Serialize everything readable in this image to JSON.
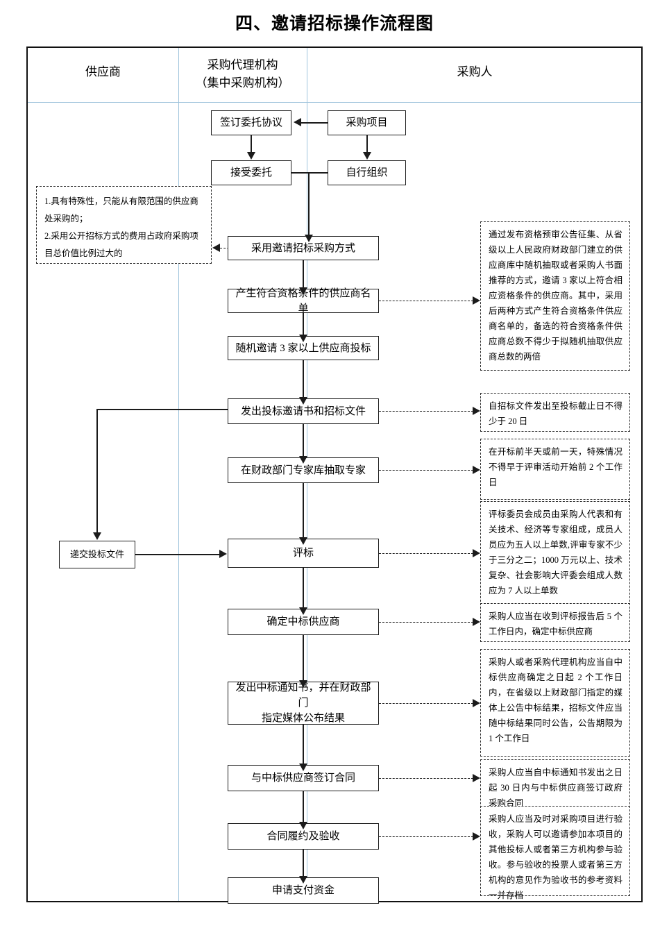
{
  "title": "四、邀请招标操作流程图",
  "lanes": [
    {
      "label": "供应商"
    },
    {
      "label_line1": "采购代理机构",
      "label_line2": "（集中采购机构）"
    },
    {
      "label": "采购人"
    }
  ],
  "nodes": {
    "sign_entrust": "签订委托协议",
    "procurement_project": "采购项目",
    "accept_entrust": "接受委托",
    "self_organize": "自行组织",
    "adopt_invited_bidding": "采用邀请招标采购方式",
    "generate_supplier_list": "产生符合资格条件的供应商名单",
    "invite_three_suppliers": "随机邀请 3 家以上供应商投标",
    "issue_invitation_docs": "发出投标邀请书和招标文件",
    "draw_experts": "在财政部门专家库抽取专家",
    "submit_bid_docs": "递交投标文件",
    "bid_evaluation": "评标",
    "determine_winner": "确定中标供应商",
    "issue_award_notice_l1": "发出中标通知书，并在财政部门",
    "issue_award_notice_l2": "指定媒体公布结果",
    "sign_contract": "与中标供应商签订合同",
    "contract_performance": "合同履约及验收",
    "apply_payment": "申请支付资金"
  },
  "notes": {
    "conditions_l1": "1.具有特殊性，只能从有限范围的供应商",
    "conditions_l2": "处采购的；",
    "conditions_l3": "2.采用公开招标方式的费用占政府采购项",
    "conditions_l4": "目总价值比例过大的",
    "supplier_list_rule": "通过发布资格预审公告征集、从省级以上人民政府财政部门建立的供应商库中随机抽取或者采购人书面推荐的方式，邀请 3 家以上符合相应资格条件的供应商。其中，采用后两种方式产生符合资格条件供应商名单的，备选的符合资格条件供应商总数不得少于拟随机抽取供应商总数的两倍",
    "bid_deadline_rule": "自招标文件发出至投标截止日不得少于 20 日",
    "expert_draw_rule": "在开标前半天或前一天，特殊情况不得早于评审活动开始前 2 个工作日",
    "evaluation_committee_rule": "评标委员会成员由采购人代表和有关技术、经济等专家组成，成员人员应为五人以上单数,评审专家不少于三分之二；1000 万元以上、技术复杂、社会影响大评委会组成人数应为 7 人以上单数",
    "determine_winner_rule": "采购人应当在收到评标报告后 5 个工作日内，确定中标供应商",
    "announce_result_rule": "采购人或者采购代理机构应当自中标供应商确定之日起 2 个工作日内，在省级以上财政部门指定的媒体上公告中标结果，招标文件应当随中标结果同时公告，公告期限为 1 个工作日",
    "sign_contract_rule": "采购人应当自中标通知书发出之日起 30 日内与中标供应商签订政府采购合同",
    "acceptance_rule": "采购人应当及时对采购项目进行验收，采购人可以邀请参加本项目的其他投标人或者第三方机构参与验收。参与验收的投票人或者第三方机构的意见作为验收书的参考资料一并存档"
  },
  "colors": {
    "lane_rule": "#9fc4dc",
    "frame_border": "#111111",
    "node_border": "#1b1b1b",
    "note_border": "#2a2a2a",
    "text": "#000000"
  }
}
